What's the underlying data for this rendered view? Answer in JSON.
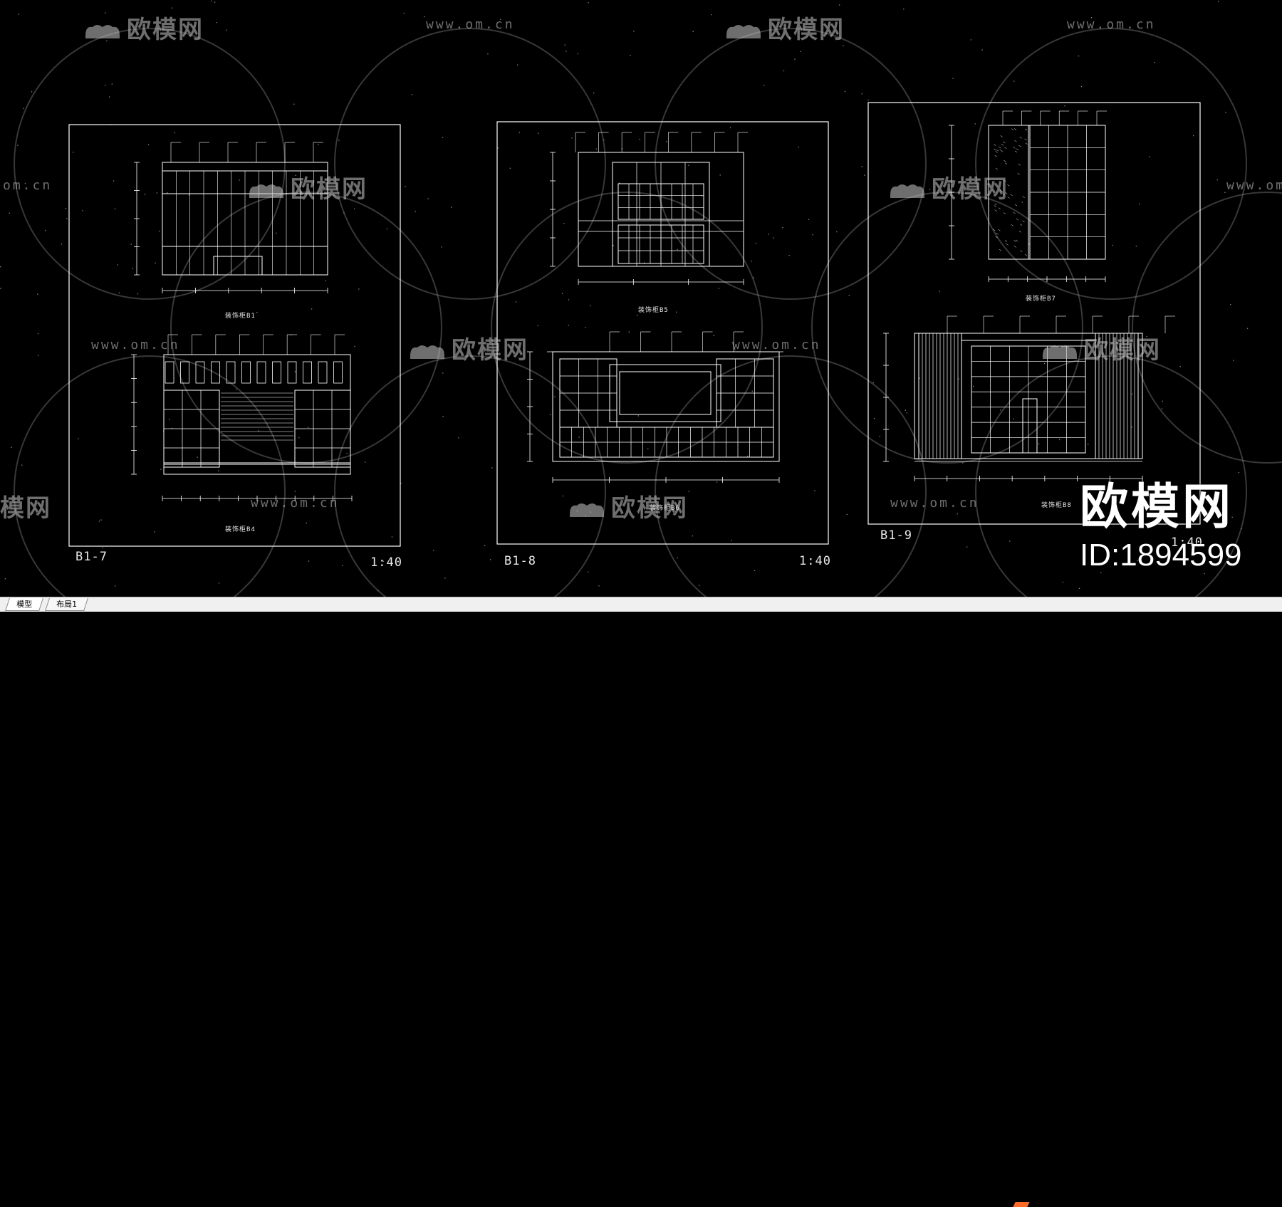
{
  "sheets": [
    {
      "id": "B1-7",
      "scale": "1:40",
      "upper_title": "装饰柜B1",
      "lower_title": "装饰柜B4"
    },
    {
      "id": "B1-8",
      "scale": "1:40",
      "upper_title": "装饰柜B5",
      "lower_title": "装饰柜B6"
    },
    {
      "id": "B1-9",
      "scale": "1:40",
      "upper_title": "装饰柜B7",
      "lower_title": "装饰柜B8"
    }
  ],
  "watermark": {
    "brand": "欧模网",
    "url": "www.om.cn",
    "url_fragment": "om.cn",
    "brand_fragment": "模网"
  },
  "brand_badge": {
    "name": "欧模网",
    "id_text": "ID:1894599"
  },
  "tabs": [
    {
      "label": "模型",
      "active": true
    },
    {
      "label": "布局1",
      "active": false
    }
  ],
  "colors": {
    "background": "#000000",
    "lines": "#ffffff",
    "tabbar": "#f0f0f0",
    "accent": "#ff6a2b"
  }
}
